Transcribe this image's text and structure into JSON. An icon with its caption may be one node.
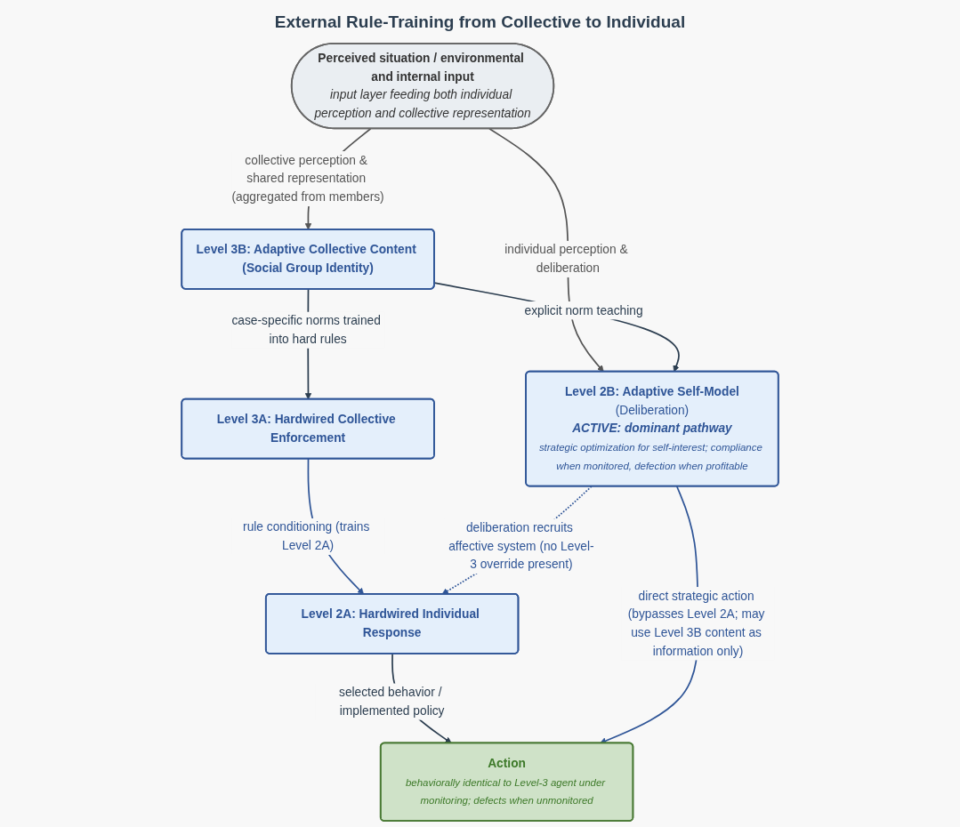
{
  "diagram": {
    "title": "External Rule-Training from Collective to Individual",
    "nodes": [
      {
        "text": [
          "Perceived situation / environmental and internal input",
          "input layer feeding both individual perception and collective representation"
        ]
      },
      {
        "text": [
          "Level 2B: Adaptive Self-Model",
          "(Deliberation)",
          "ACTIVE: dominant pathway",
          "strategic optimization for self-interest; compliance when monitored, defection when profitable"
        ]
      },
      {
        "text": [
          "Level 3B: Adaptive Collective Content (Social Group Identity)"
        ]
      },
      {
        "text": [
          "Level 3A: Hardwired Collective Enforcement"
        ]
      },
      {
        "text": [
          "Level 2A: Hardwired Individual Response"
        ]
      },
      {
        "text": [
          "Action",
          "behaviorally identical to Level-3 agent under monitoring; defects when unmonitored"
        ]
      }
    ],
    "edges": [
      {
        "from": 0,
        "to": 1,
        "arrow": "to",
        "label": "individual perception & deliberation",
        "color": "#555555"
      },
      {
        "from": 0,
        "to": 2,
        "arrow": "to",
        "label": "collective perception & shared representation (aggregated from members)",
        "color": "#555555"
      },
      {
        "from": 2,
        "to": 1,
        "arrow": "to",
        "label": "explicit norm teaching"
      },
      {
        "from": 2,
        "to": 3,
        "arrow": "to",
        "label": "case-specific norms trained into hard rules"
      },
      {
        "from": 3,
        "to": 4,
        "arrow": "to",
        "label": "rule conditioning (trains Level 2A)",
        "color": "#2f5597"
      },
      {
        "from": 1,
        "to": 4,
        "arrow": "to",
        "label": "deliberation recruits affective system (no Level-3 override present)",
        "style": "dashed",
        "color": "#2f5597"
      },
      {
        "from": 4,
        "to": 5,
        "arrow": "to",
        "label": "selected behavior / implemented policy"
      },
      {
        "from": 1,
        "to": 5,
        "arrow": "to",
        "label": "direct strategic action (bypasses Level 2A; may use Level 3B content as information only)",
        "color": "#2f5597"
      }
    ]
  }
}
